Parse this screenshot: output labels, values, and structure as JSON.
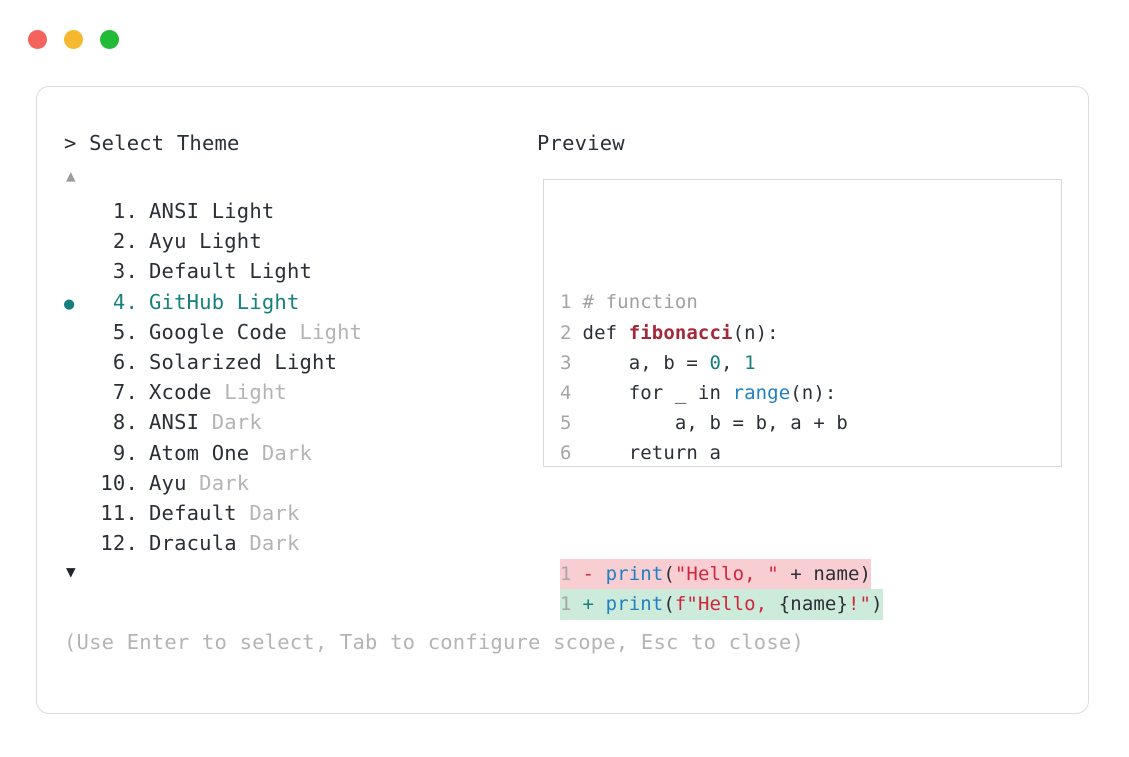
{
  "window": {
    "dots": [
      {
        "name": "close-dot",
        "color": "#f4645c"
      },
      {
        "name": "minimize-dot",
        "color": "#f5b82e"
      },
      {
        "name": "maximize-dot",
        "color": "#22bb38"
      }
    ]
  },
  "colors": {
    "accent_teal": "#17807f",
    "muted": "#b4b4b4",
    "text": "#2b2f36",
    "line_number": "#a6a6a6",
    "diff_add_bg": "#cdebdb",
    "diff_del_bg": "#f9ced3",
    "string": "#d0253c",
    "builtin": "#2081c2",
    "function": "#a5283a",
    "border": "#dcdcdc"
  },
  "prompt": {
    "marker": ">",
    "title": "Select Theme",
    "scroll_up_icon": "▲",
    "scroll_down_icon": "▼",
    "selected_bullet": "●"
  },
  "themes": [
    {
      "index": "1.",
      "name": "ANSI",
      "variant": "Light",
      "variant_muted": false,
      "selected": false
    },
    {
      "index": "2.",
      "name": "Ayu",
      "variant": "Light",
      "variant_muted": false,
      "selected": false
    },
    {
      "index": "3.",
      "name": "Default",
      "variant": "Light",
      "variant_muted": false,
      "selected": false
    },
    {
      "index": "4.",
      "name": "GitHub",
      "variant": "Light",
      "variant_muted": false,
      "selected": true
    },
    {
      "index": "5.",
      "name": "Google Code",
      "variant": "Light",
      "variant_muted": true,
      "selected": false
    },
    {
      "index": "6.",
      "name": "Solarized",
      "variant": "Light",
      "variant_muted": false,
      "selected": false
    },
    {
      "index": "7.",
      "name": "Xcode",
      "variant": "Light",
      "variant_muted": true,
      "selected": false
    },
    {
      "index": "8.",
      "name": "ANSI",
      "variant": "Dark",
      "variant_muted": true,
      "selected": false
    },
    {
      "index": "9.",
      "name": "Atom One",
      "variant": "Dark",
      "variant_muted": true,
      "selected": false
    },
    {
      "index": "10.",
      "name": "Ayu",
      "variant": "Dark",
      "variant_muted": true,
      "selected": false
    },
    {
      "index": "11.",
      "name": "Default",
      "variant": "Dark",
      "variant_muted": true,
      "selected": false
    },
    {
      "index": "12.",
      "name": "Dracula",
      "variant": "Dark",
      "variant_muted": true,
      "selected": false
    }
  ],
  "hint": "(Use Enter to select, Tab to configure scope, Esc to close)",
  "preview": {
    "label": "Preview",
    "code_lines": [
      {
        "n": "1",
        "tokens": [
          {
            "t": "# function",
            "c": "comment"
          }
        ]
      },
      {
        "n": "2",
        "tokens": [
          {
            "t": "def ",
            "c": "keyword"
          },
          {
            "t": "fibonacci",
            "c": "func"
          },
          {
            "t": "(n):",
            "c": "paren"
          }
        ]
      },
      {
        "n": "3",
        "tokens": [
          {
            "t": "    a, b = ",
            "c": "default"
          },
          {
            "t": "0",
            "c": "number"
          },
          {
            "t": ", ",
            "c": "default"
          },
          {
            "t": "1",
            "c": "number"
          }
        ]
      },
      {
        "n": "4",
        "tokens": [
          {
            "t": "    for _ in ",
            "c": "keyword"
          },
          {
            "t": "range",
            "c": "builtin"
          },
          {
            "t": "(n):",
            "c": "paren"
          }
        ]
      },
      {
        "n": "5",
        "tokens": [
          {
            "t": "        a, b = b, a + b",
            "c": "default"
          }
        ]
      },
      {
        "n": "6",
        "tokens": [
          {
            "t": "    return a",
            "c": "default"
          }
        ]
      }
    ],
    "diff_lines": [
      {
        "n": "1",
        "kind": "del",
        "sign": "-",
        "tokens": [
          {
            "t": "print",
            "c": "print"
          },
          {
            "t": "(",
            "c": "paren"
          },
          {
            "t": "\"Hello, \"",
            "c": "string"
          },
          {
            "t": " + name)",
            "c": "default"
          }
        ]
      },
      {
        "n": "1",
        "kind": "add",
        "sign": "+",
        "tokens": [
          {
            "t": "print",
            "c": "print"
          },
          {
            "t": "(",
            "c": "paren"
          },
          {
            "t": "f\"Hello, ",
            "c": "string"
          },
          {
            "t": "{name}",
            "c": "default"
          },
          {
            "t": "!\"",
            "c": "string"
          },
          {
            "t": ")",
            "c": "paren"
          }
        ]
      }
    ]
  }
}
